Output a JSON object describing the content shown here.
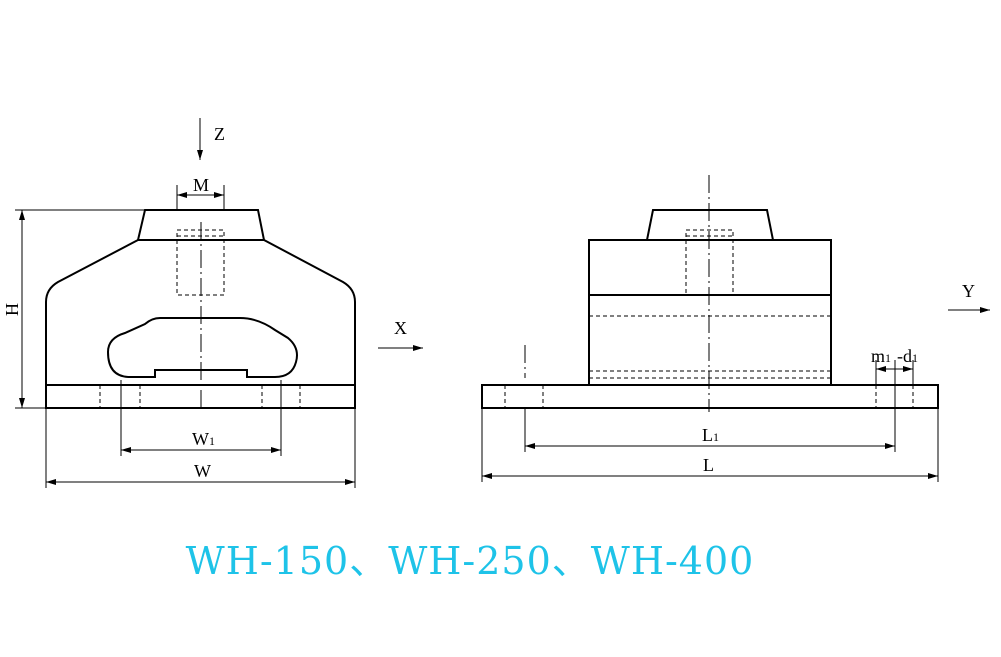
{
  "drawing": {
    "front_view": {
      "axis_label": "Z",
      "side_axis_label": "X",
      "dims": {
        "bolt": "M",
        "height": "H",
        "inner_width": "W",
        "inner_width_sub": "1",
        "width": "W"
      }
    },
    "side_view": {
      "axis_label": "Y",
      "dims": {
        "inner_length": "L",
        "inner_length_sub": "1",
        "length": "L",
        "hole_count": "m",
        "hole_count_sub": "1",
        "hole_dia": "-d",
        "hole_dia_sub": "1"
      }
    }
  },
  "title": "WH-150、WH-250、WH-400",
  "colors": {
    "title": "#1ec3e8",
    "line": "#000000"
  }
}
